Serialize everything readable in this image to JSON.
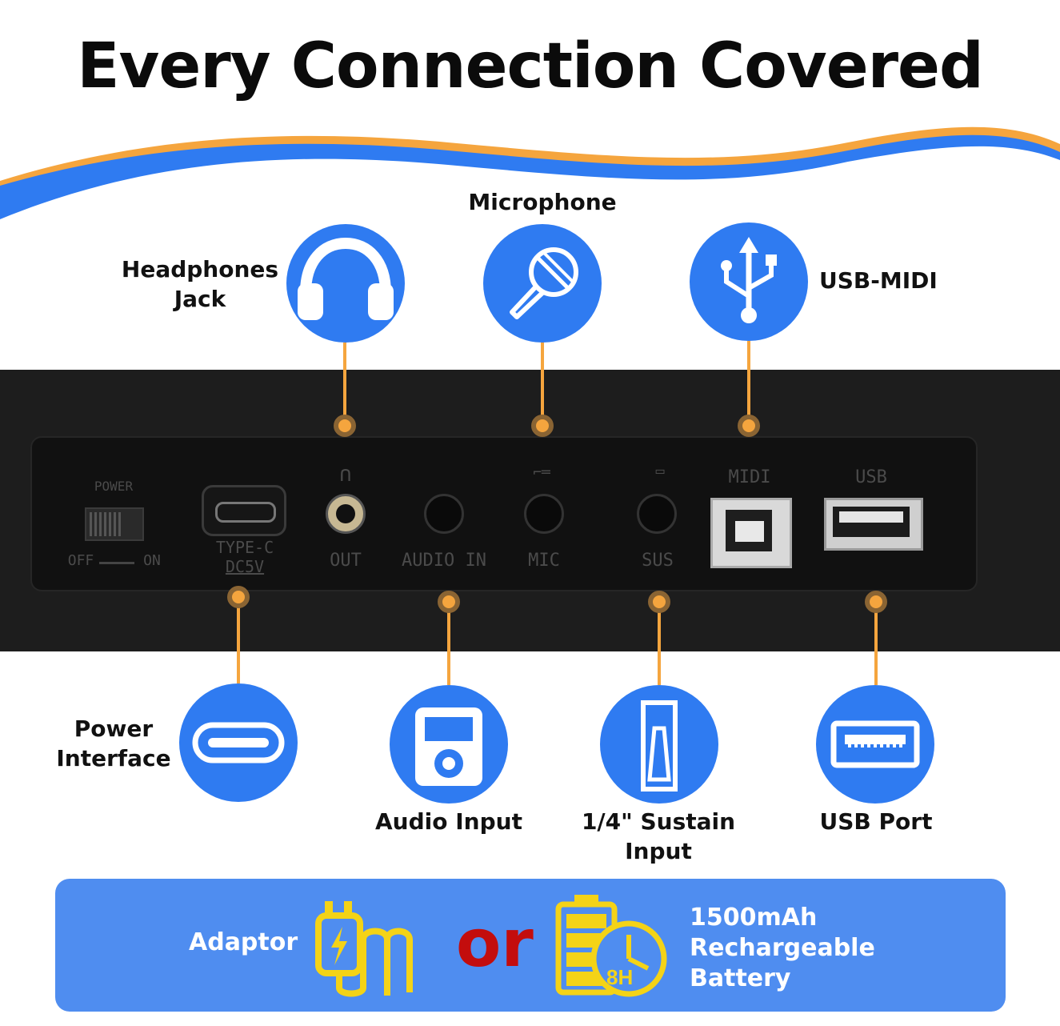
{
  "title": "Every Connection Covered",
  "top_labels": {
    "headphones": [
      "Headphones",
      "Jack"
    ],
    "microphone": "Microphone",
    "usb_midi": "USB-MIDI"
  },
  "bottom_labels": {
    "power": [
      "Power",
      "Interface"
    ],
    "audio_input": "Audio Input",
    "sustain": [
      "1/4\" Sustain",
      "Input"
    ],
    "usb_port": "USB Port"
  },
  "panel_labels": {
    "power": "POWER",
    "off": "OFF",
    "on": "ON",
    "typec": "TYPE-C",
    "dc": "DC5V",
    "out": "OUT",
    "audio_in": "AUDIO IN",
    "mic": "MIC",
    "sus": "SUS",
    "midi": "MIDI",
    "usb": "USB"
  },
  "banner": {
    "adaptor": "Adaptor",
    "or": "or",
    "battery_lines": [
      "1500mAh",
      "Rechargeable",
      "Battery"
    ],
    "battery_hours": "8H"
  },
  "colors": {
    "accent_blue": "#2f7bf1",
    "accent_orange": "#f5a53e",
    "banner_blue": "#4f8df0",
    "or_red": "#c30d0d",
    "icon_yellow": "#f4d317"
  }
}
